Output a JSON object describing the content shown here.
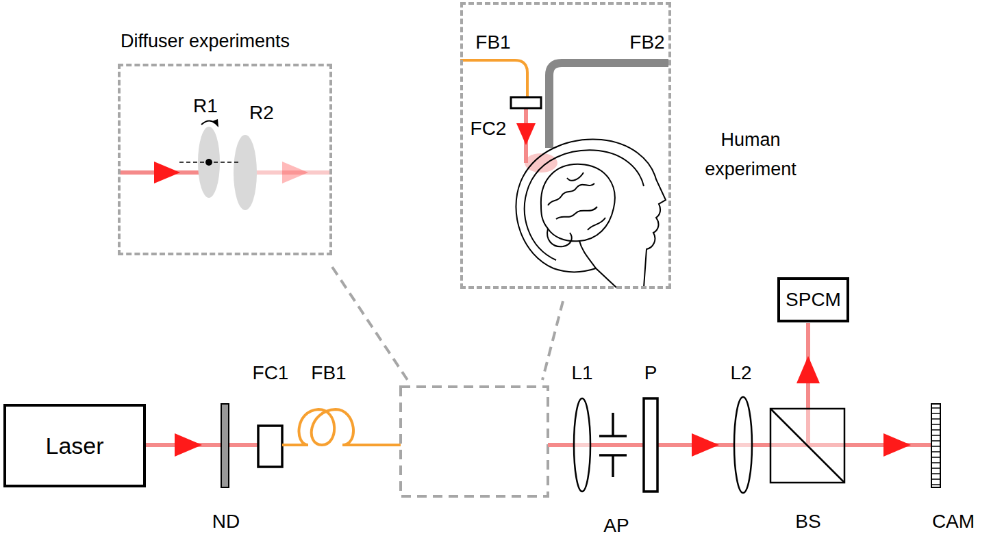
{
  "diagram": {
    "nodes": [
      {
        "text": [
          "Diffuser experiments"
        ]
      },
      {
        "text": [
          "Human experiment"
        ]
      },
      {
        "text": [
          "Laser"
        ]
      },
      {
        "text": [
          "SPCM"
        ]
      }
    ],
    "labels": [
      "R1",
      "R2",
      "FB1",
      "FC2",
      "FB2",
      "ND",
      "FC1",
      "FB1",
      "L1",
      "AP",
      "P",
      "L2",
      "BS",
      "CAM"
    ]
  }
}
